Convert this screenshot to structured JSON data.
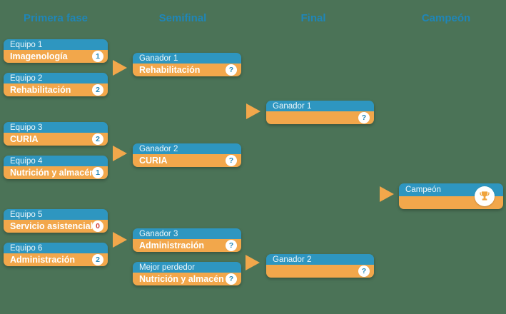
{
  "colors": {
    "background": "#4B7357",
    "blue": "#2E96C0",
    "orange": "#F2A74B",
    "header_text": "#1F86B8",
    "badge_text": "#2787B6",
    "badge_text_red": "#D4403B",
    "badge_bg": "#FFFFFF",
    "trophy": "#F0A43C"
  },
  "columns": [
    {
      "label": "Primera fase"
    },
    {
      "label": "Semifinal"
    },
    {
      "label": "Final"
    },
    {
      "label": "Campeón"
    }
  ],
  "round1": [
    {
      "title": "Equipo 1",
      "team": "Imagenología",
      "score": "1"
    },
    {
      "title": "Equipo 2",
      "team": "Rehabilitación",
      "score": "2"
    },
    {
      "title": "Equipo 3",
      "team": "CURIA",
      "score": "2"
    },
    {
      "title": "Equipo 4",
      "team": "Nutrición y almacén",
      "score": "1"
    },
    {
      "title": "Equipo 5",
      "team": "Servicio asistencial",
      "score": "0"
    },
    {
      "title": "Equipo 6",
      "team": "Administración",
      "score": "2"
    }
  ],
  "semifinal": [
    {
      "title": "Ganador 1",
      "team": "Rehabilitación",
      "score": "?"
    },
    {
      "title": "Ganador 2",
      "team": "CURIA",
      "score": "?"
    },
    {
      "title": "Ganador 3",
      "team": "Administración",
      "score": "?"
    },
    {
      "title": "Mejor perdedor",
      "team": "Nutrición y almacén",
      "score": "?"
    }
  ],
  "final": [
    {
      "title": "Ganador 1",
      "team": "",
      "score": "?"
    },
    {
      "title": "Ganador 2",
      "team": "",
      "score": "?"
    }
  ],
  "champion": {
    "title": "Campeón",
    "team": "",
    "icon": "trophy-icon"
  }
}
